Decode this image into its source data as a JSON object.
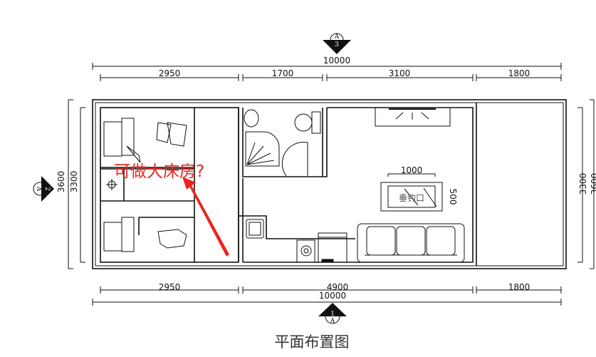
{
  "title": "平面布置图",
  "annotation": {
    "text": "可做大床房?",
    "color": "#e8261f"
  },
  "dimensions": {
    "top_total": "10000",
    "top_segments": [
      "2950",
      "1700",
      "3100",
      "1800"
    ],
    "bottom_total": "10000",
    "bottom_segments": [
      "2950",
      "4900",
      "1800"
    ],
    "left_outer": "3600",
    "left_inner": "3300",
    "right_inner": "3300",
    "right_outer": "3600",
    "table_width": "1000",
    "table_depth": "500"
  },
  "table_label": "垂钓口",
  "section_marks": {
    "top": {
      "letter": "A",
      "number": "3"
    },
    "left": {
      "letter": "A",
      "number": "2"
    },
    "bottom": {
      "letter": "A",
      "number": "1"
    }
  }
}
